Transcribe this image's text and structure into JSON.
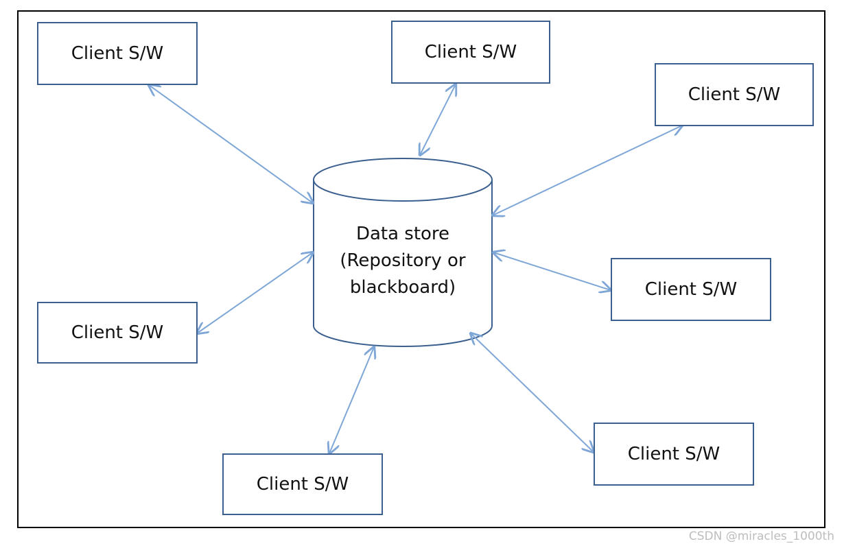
{
  "diagram": {
    "clients": [
      {
        "id": "c1",
        "label": "Client S/W"
      },
      {
        "id": "c2",
        "label": "Client S/W"
      },
      {
        "id": "c3",
        "label": "Client S/W"
      },
      {
        "id": "c4",
        "label": "Client S/W"
      },
      {
        "id": "c5",
        "label": "Client S/W"
      },
      {
        "id": "c6",
        "label": "Client S/W"
      },
      {
        "id": "c7",
        "label": "Client S/W"
      }
    ],
    "datastore": {
      "line1": "Data store",
      "line2": "(Repository or",
      "line3": "blackboard)"
    },
    "colors": {
      "arrow": "#7ea6d6",
      "box_border": "#3a5f8f",
      "frame": "#000000"
    }
  },
  "watermark": "CSDN @miracles_1000th"
}
